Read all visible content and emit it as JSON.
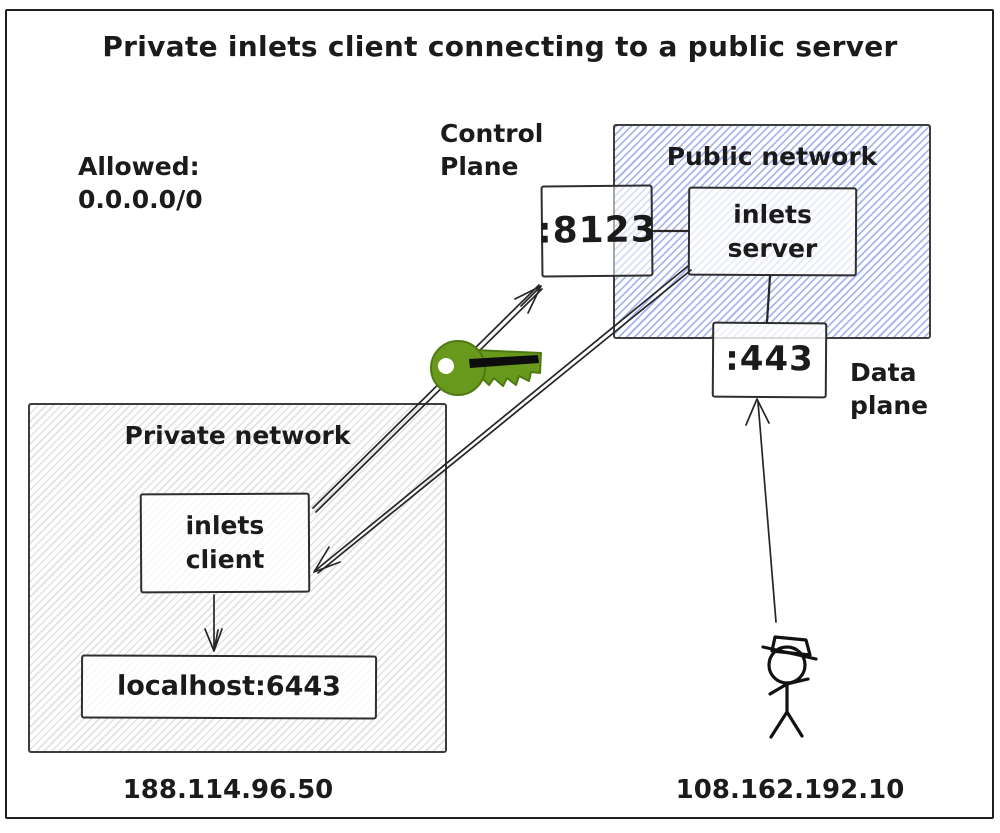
{
  "title": "Private inlets client connecting to a public server",
  "annotations": {
    "allowed": "Allowed:\n0.0.0.0/0",
    "control_plane": "Control\nPlane",
    "data_plane": "Data\nplane",
    "private_ip": "188.114.96.50",
    "public_ip": "108.162.192.10"
  },
  "nodes": {
    "public_network": {
      "label": "Public network"
    },
    "inlets_server": {
      "label": "inlets\nserver"
    },
    "control_port": {
      "label": ":8123"
    },
    "data_port": {
      "label": ":443"
    },
    "private_network": {
      "label": "Private network"
    },
    "inlets_client": {
      "label": "inlets\nclient"
    },
    "local_service": {
      "label": "localhost:6443"
    }
  },
  "icons": {
    "key": "key-icon",
    "user": "user-icon"
  },
  "colors": {
    "public_hatch": "#aab6ee",
    "private_hatch": "#e2e2e2",
    "stroke": "#2e2e2e",
    "key_green": "#69991c",
    "key_green_dark": "#4e7a12"
  }
}
